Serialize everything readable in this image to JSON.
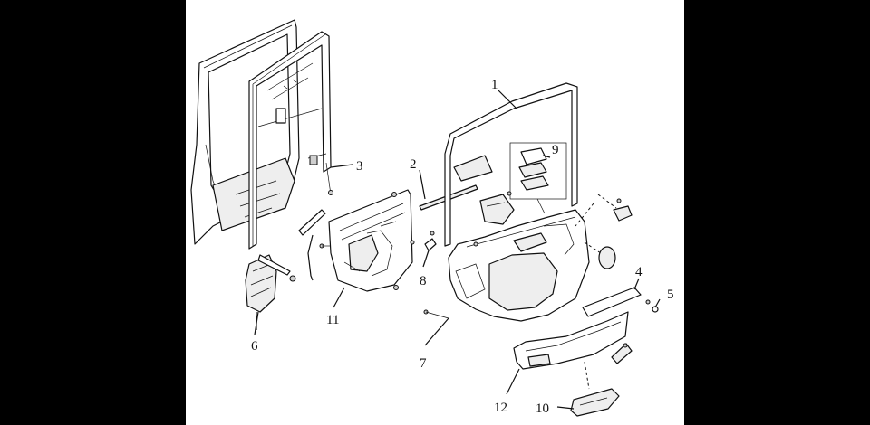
{
  "diagram": {
    "callouts": [
      {
        "id": "c1",
        "text": "1"
      },
      {
        "id": "c2",
        "text": "2"
      },
      {
        "id": "c3",
        "text": "3"
      },
      {
        "id": "c4",
        "text": "4"
      },
      {
        "id": "c5",
        "text": "5"
      },
      {
        "id": "c6",
        "text": "6"
      },
      {
        "id": "c7",
        "text": "7"
      },
      {
        "id": "c8",
        "text": "8"
      },
      {
        "id": "c9",
        "text": "9"
      },
      {
        "id": "c10",
        "text": "10"
      },
      {
        "id": "c11",
        "text": "11"
      },
      {
        "id": "c12",
        "text": "12"
      }
    ]
  }
}
